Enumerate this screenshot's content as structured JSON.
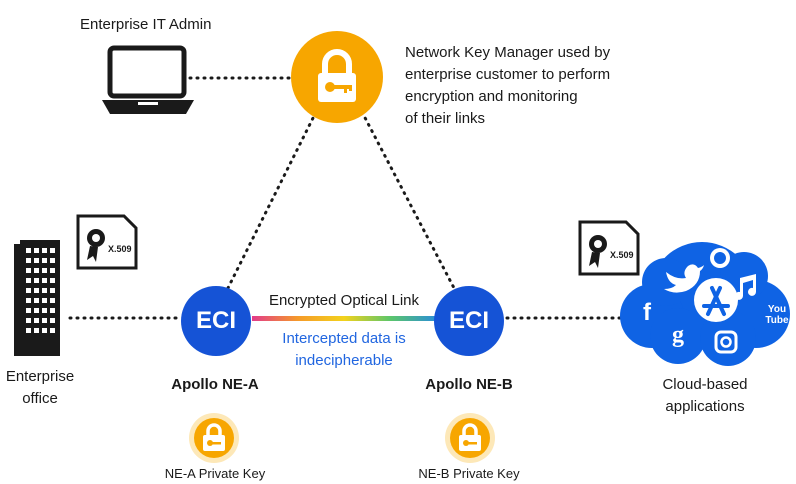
{
  "admin": {
    "label": "Enterprise IT Admin",
    "icon": "laptop-icon"
  },
  "key_manager": {
    "icon": "padlock-key-icon",
    "description": [
      "Network Key Manager used by",
      "enterprise customer to perform",
      "encryption and monitoring",
      "of their links"
    ]
  },
  "office": {
    "label_line1": "Enterprise",
    "label_line2": "office",
    "icon": "building-icon"
  },
  "certificate": {
    "label": "X.509",
    "icon": "certificate-icon"
  },
  "link": {
    "title": "Encrypted Optical Link",
    "subtitle_line1": "Intercepted data is",
    "subtitle_line2": "indecipherable"
  },
  "node_a": {
    "badge": "ECI",
    "name": "Apollo NE-A",
    "key_label": "NE-A Private Key"
  },
  "node_b": {
    "badge": "ECI",
    "name": "Apollo NE-B",
    "key_label": "NE-B Private Key"
  },
  "cloud": {
    "label_line1": "Cloud-based",
    "label_line2": "applications",
    "apps": [
      "f",
      "g",
      "You",
      "Tube"
    ]
  },
  "colors": {
    "eci_blue": "#1553d6",
    "key_orange": "#f7a600",
    "key_light": "#fde8b8",
    "cloud_blue": "#0f63e4",
    "dark": "#1a1a1a",
    "subtitle_blue": "#2166e0"
  }
}
